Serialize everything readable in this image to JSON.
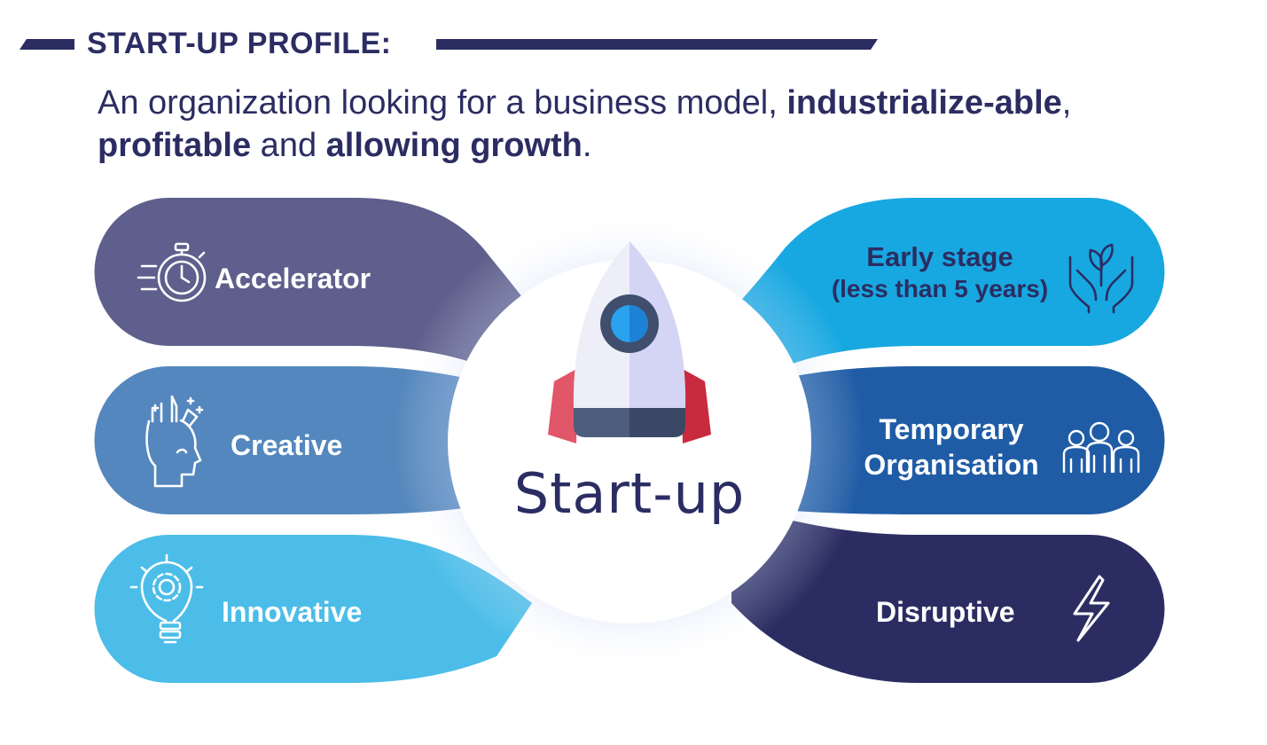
{
  "header": {
    "title": "START-UP PROFILE:"
  },
  "subtitle": {
    "part1": "An organization looking for a business model, ",
    "bold1": "industrialize-able",
    "part2": ",",
    "bold2": "profitable",
    "part3": " and ",
    "bold3": "allowing growth",
    "part4": "."
  },
  "center": {
    "label": "Start-up",
    "icon": "rocket-icon"
  },
  "left_items": [
    {
      "label": "Accelerator",
      "icon": "stopwatch-icon",
      "color": "#5e5f8c"
    },
    {
      "label": "Creative",
      "icon": "creative-head-icon",
      "color": "#5487bd"
    },
    {
      "label": "Innovative",
      "icon": "lightbulb-gear-icon",
      "color": "#4bbde8"
    }
  ],
  "right_items": [
    {
      "line1": "Early stage",
      "line2": "(less than 5 years)",
      "icon": "plant-hands-icon",
      "color": "#17a8e1"
    },
    {
      "line1": "Temporary",
      "line2": "Organisation",
      "icon": "team-icon",
      "color": "#1f5ca5"
    },
    {
      "label": "Disruptive",
      "icon": "lightning-icon",
      "color": "#2b2d62"
    }
  ]
}
